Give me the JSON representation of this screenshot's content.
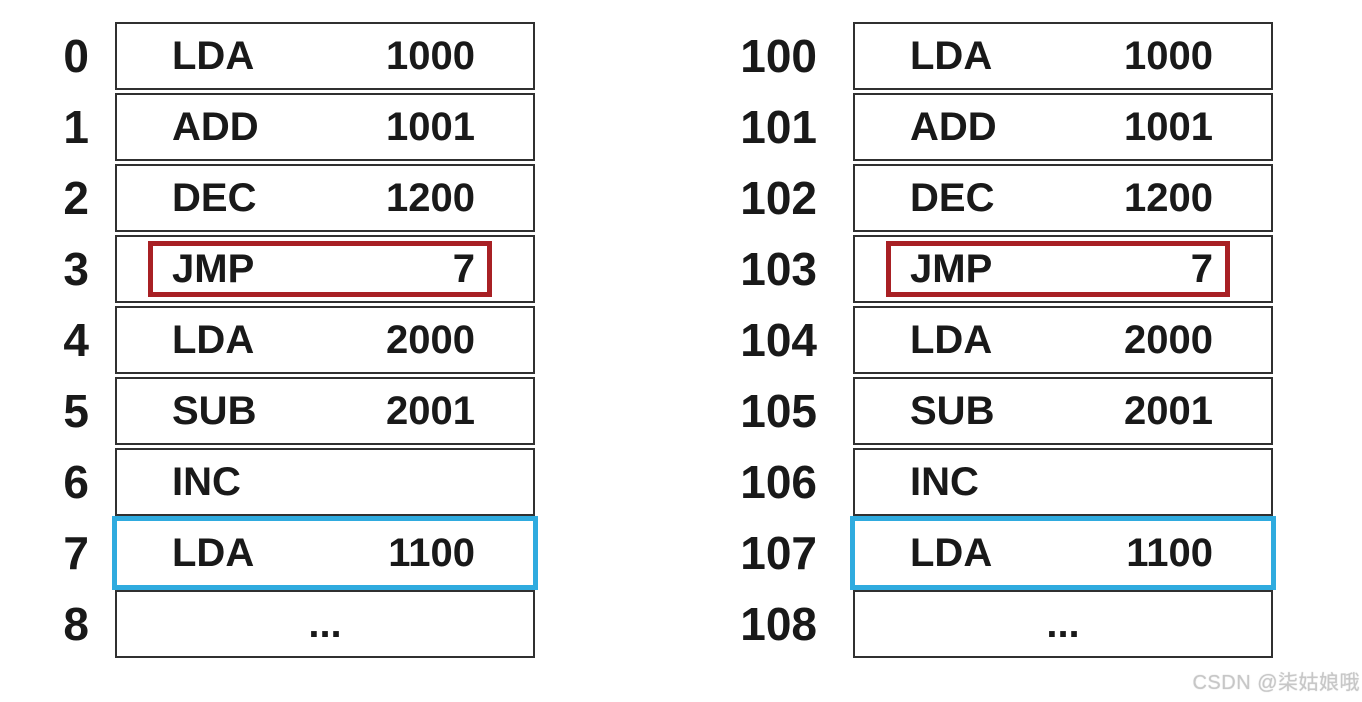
{
  "watermark": "CSDN @柒姑娘哦",
  "colors": {
    "cell_border": "#303030",
    "text": "#191919",
    "jmp_highlight_red": "#a82024",
    "target_highlight_blue": "#2fabdf",
    "watermark_gray": "#c7c7c7"
  },
  "tables": [
    {
      "name": "memory-at-load-address-0",
      "rows": [
        {
          "address": "0",
          "opcode": "LDA",
          "operand": "1000",
          "highlight": "none"
        },
        {
          "address": "1",
          "opcode": "ADD",
          "operand": "1001",
          "highlight": "none"
        },
        {
          "address": "2",
          "opcode": "DEC",
          "operand": "1200",
          "highlight": "none"
        },
        {
          "address": "3",
          "opcode": "JMP",
          "operand": "7",
          "highlight": "red"
        },
        {
          "address": "4",
          "opcode": "LDA",
          "operand": "2000",
          "highlight": "none"
        },
        {
          "address": "5",
          "opcode": "SUB",
          "operand": "2001",
          "highlight": "none"
        },
        {
          "address": "6",
          "opcode": "INC",
          "operand": "",
          "highlight": "none"
        },
        {
          "address": "7",
          "opcode": "LDA",
          "operand": "1100",
          "highlight": "blue"
        },
        {
          "address": "8",
          "opcode": "...",
          "operand": "",
          "highlight": "none",
          "align": "center"
        }
      ]
    },
    {
      "name": "memory-at-load-address-100",
      "rows": [
        {
          "address": "100",
          "opcode": "LDA",
          "operand": "1000",
          "highlight": "none"
        },
        {
          "address": "101",
          "opcode": "ADD",
          "operand": "1001",
          "highlight": "none"
        },
        {
          "address": "102",
          "opcode": "DEC",
          "operand": "1200",
          "highlight": "none"
        },
        {
          "address": "103",
          "opcode": "JMP",
          "operand": "7",
          "highlight": "red"
        },
        {
          "address": "104",
          "opcode": "LDA",
          "operand": "2000",
          "highlight": "none"
        },
        {
          "address": "105",
          "opcode": "SUB",
          "operand": "2001",
          "highlight": "none"
        },
        {
          "address": "106",
          "opcode": "INC",
          "operand": "",
          "highlight": "none"
        },
        {
          "address": "107",
          "opcode": "LDA",
          "operand": "1100",
          "highlight": "blue"
        },
        {
          "address": "108",
          "opcode": "...",
          "operand": "",
          "highlight": "none",
          "align": "center"
        }
      ]
    }
  ]
}
